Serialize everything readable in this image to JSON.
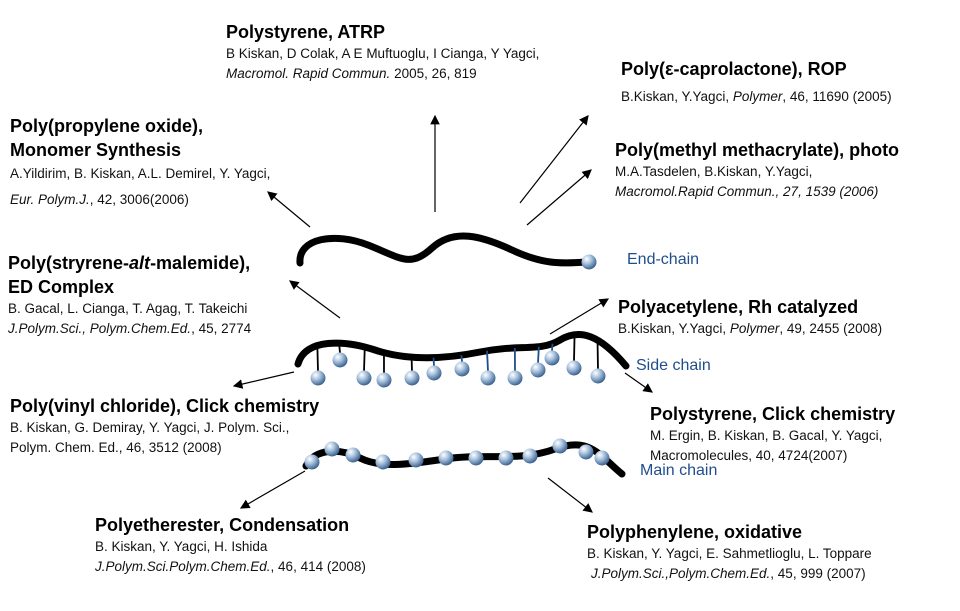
{
  "colors": {
    "label": "#1f4e8c",
    "chain": "#000000",
    "sphere": "#7d9fc7"
  },
  "labels": {
    "end_chain": "End-chain",
    "side_chain": "Side chain",
    "main_chain": "Main chain"
  },
  "items": {
    "ps_atrp": {
      "title": "Polystyrene, ATRP",
      "authors": "B Kiskan, D Colak, A E Muftuoglu, I Cianga, Y Yagci,",
      "journal": "Macromol. Rapid Commun.",
      "ref": " 2005, 26, 819"
    },
    "ppo": {
      "title1": "Poly(propylene oxide),",
      "title2": "Monomer Synthesis",
      "authors": "A.Yildirim, B. Kiskan, A.L. Demirel, Y. Yagci,",
      "journal": "Eur. Polym.J.",
      "ref": ", 42, 3006(2006)"
    },
    "pcl": {
      "title": "Poly(ε-caprolactone), ROP",
      "authors": "B.Kiskan, Y.Yagci, ",
      "journal": "Polymer",
      "ref": ", 46, 11690 (2005)"
    },
    "pmma": {
      "title": "Poly(methyl methacrylate), photo",
      "authors": "M.A.Tasdelen, B.Kiskan, Y.Yagci,",
      "journal": "Macromol.Rapid Commun., 27, 1539 (2006)"
    },
    "psma": {
      "title_pre": "Poly(stryrene-",
      "title_it": "alt",
      "title_post": "-malemide),",
      "title2": "ED Complex",
      "authors": "B. Gacal, L. Cianga, T. Agag, T. Takeichi",
      "journal": "J.Polym.Sci., Polym.Chem.Ed.",
      "ref": ", 45, 2774"
    },
    "pa": {
      "title": "Polyacetylene, Rh catalyzed",
      "authors": "B.Kiskan, Y.Yagci, ",
      "journal": "Polymer",
      "ref": ", 49, 2455 (2008)"
    },
    "pvc": {
      "title": "Poly(vinyl chloride), Click chemistry",
      "authors": "B. Kiskan, G. Demiray, Y. Yagci, J. Polym. Sci.,",
      "ref": "Polym. Chem. Ed., 46, 3512 (2008)"
    },
    "psclick": {
      "title": "Polystyrene, Click chemistry",
      "authors": "M. Ergin, B. Kiskan, B. Gacal, Y. Yagci,",
      "ref": "Macromolecules, 40, 4724(2007)"
    },
    "pee": {
      "title": "Polyetherester, Condensation",
      "authors": "B. Kiskan, Y. Yagci, H. Ishida",
      "journal": "J.Polym.Sci.Polym.Chem.Ed.",
      "ref": ", 46, 414 (2008)"
    },
    "pp": {
      "title": "Polyphenylene, oxidative",
      "authors": "B. Kiskan, Y. Yagci, E. Sahmetlioglu, L. Toppare",
      "journal": "J.Polym.Sci.,Polym.Chem.Ed.",
      "ref": ", 45, 999 (2007)"
    }
  }
}
